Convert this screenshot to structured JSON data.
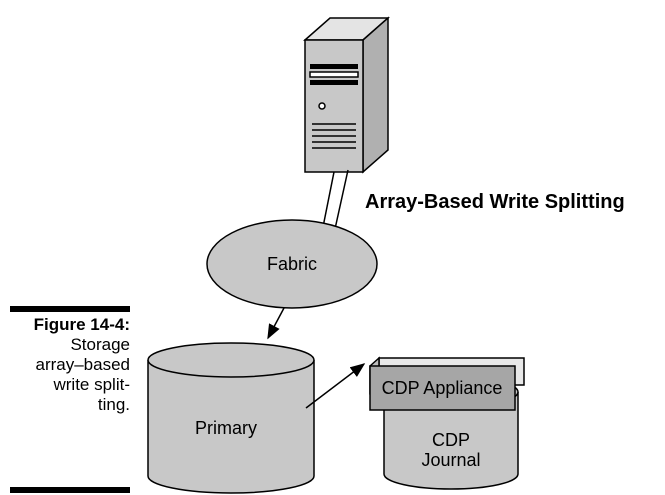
{
  "figure": {
    "number": "Figure 14-4:",
    "caption_lines": [
      "Storage",
      "array–based",
      "write split-",
      "ting."
    ]
  },
  "diagram": {
    "heading": "Array-Based Write Splitting",
    "fabric_label": "Fabric",
    "primary_label": "Primary",
    "appliance_label": "CDP Appliance",
    "journal_label_line1": "CDP",
    "journal_label_line2": "Journal"
  },
  "colors": {
    "shape_fill": "#c8c8c8",
    "appliance_fill": "#a6a6a6",
    "stroke": "#000000"
  }
}
